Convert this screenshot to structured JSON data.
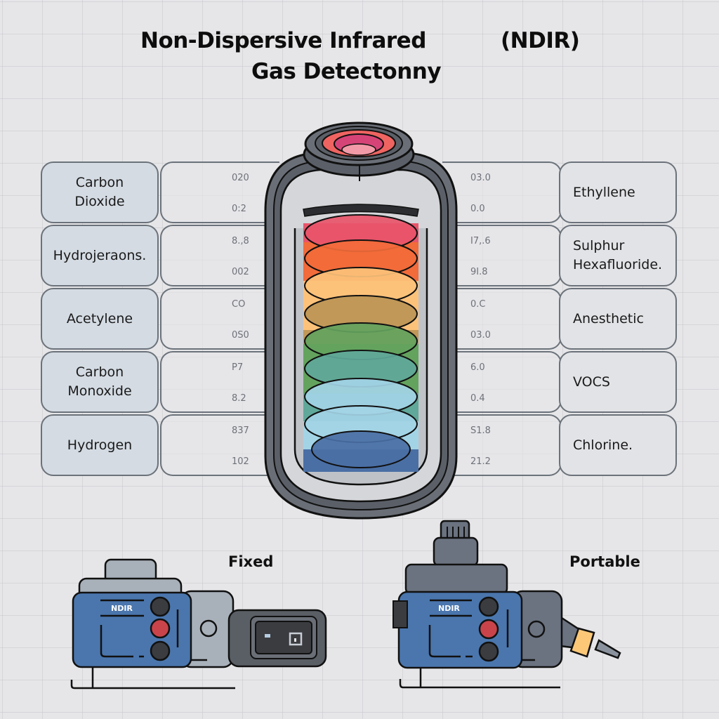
{
  "title": {
    "line1_main": "Non-Dispersive Infrared",
    "line1_abbr": "(NDIR)",
    "line2": "Gas Detectonny"
  },
  "left_gases": [
    {
      "name": "Carbon Dioxide",
      "values": [
        "020",
        "0:2"
      ]
    },
    {
      "name": "Hydrojeraons.",
      "values": [
        "8.,8",
        "002"
      ]
    },
    {
      "name": "Acetylene",
      "values": [
        "CO",
        "0S0"
      ]
    },
    {
      "name": "Carbon Monoxide",
      "values": [
        "P7",
        "8.2"
      ]
    },
    {
      "name": "Hydrogen",
      "values": [
        "837",
        "102"
      ]
    }
  ],
  "right_gases": [
    {
      "name": "Ethyllene",
      "values": [
        "03.0",
        "0.0"
      ]
    },
    {
      "name": "Sulphur Hexafluoride.",
      "values": [
        "I7,.6",
        "9I.8"
      ]
    },
    {
      "name": "Anesthetic",
      "values": [
        "0.C",
        "03.0"
      ]
    },
    {
      "name": "VOCS",
      "values": [
        "6.0",
        "0.4"
      ]
    },
    {
      "name": "Chlorine.",
      "values": [
        "S1.8",
        "21.2"
      ]
    }
  ],
  "sensor": {
    "layer_colors": [
      "#e8556a",
      "#f26b3a",
      "#fdc27a",
      "#c19858",
      "#63a35e",
      "#5fa89a",
      "#a3d4e6",
      "#4a6fa5"
    ]
  },
  "devices": {
    "fixed": {
      "label": "Fixed",
      "badge": "NDIR"
    },
    "portable": {
      "label": "Portable",
      "badge": "NDIR"
    }
  },
  "colors": {
    "device_blue": "#4a76ad",
    "indicator_red": "#c9444a",
    "probe_band": "#fcc878"
  }
}
